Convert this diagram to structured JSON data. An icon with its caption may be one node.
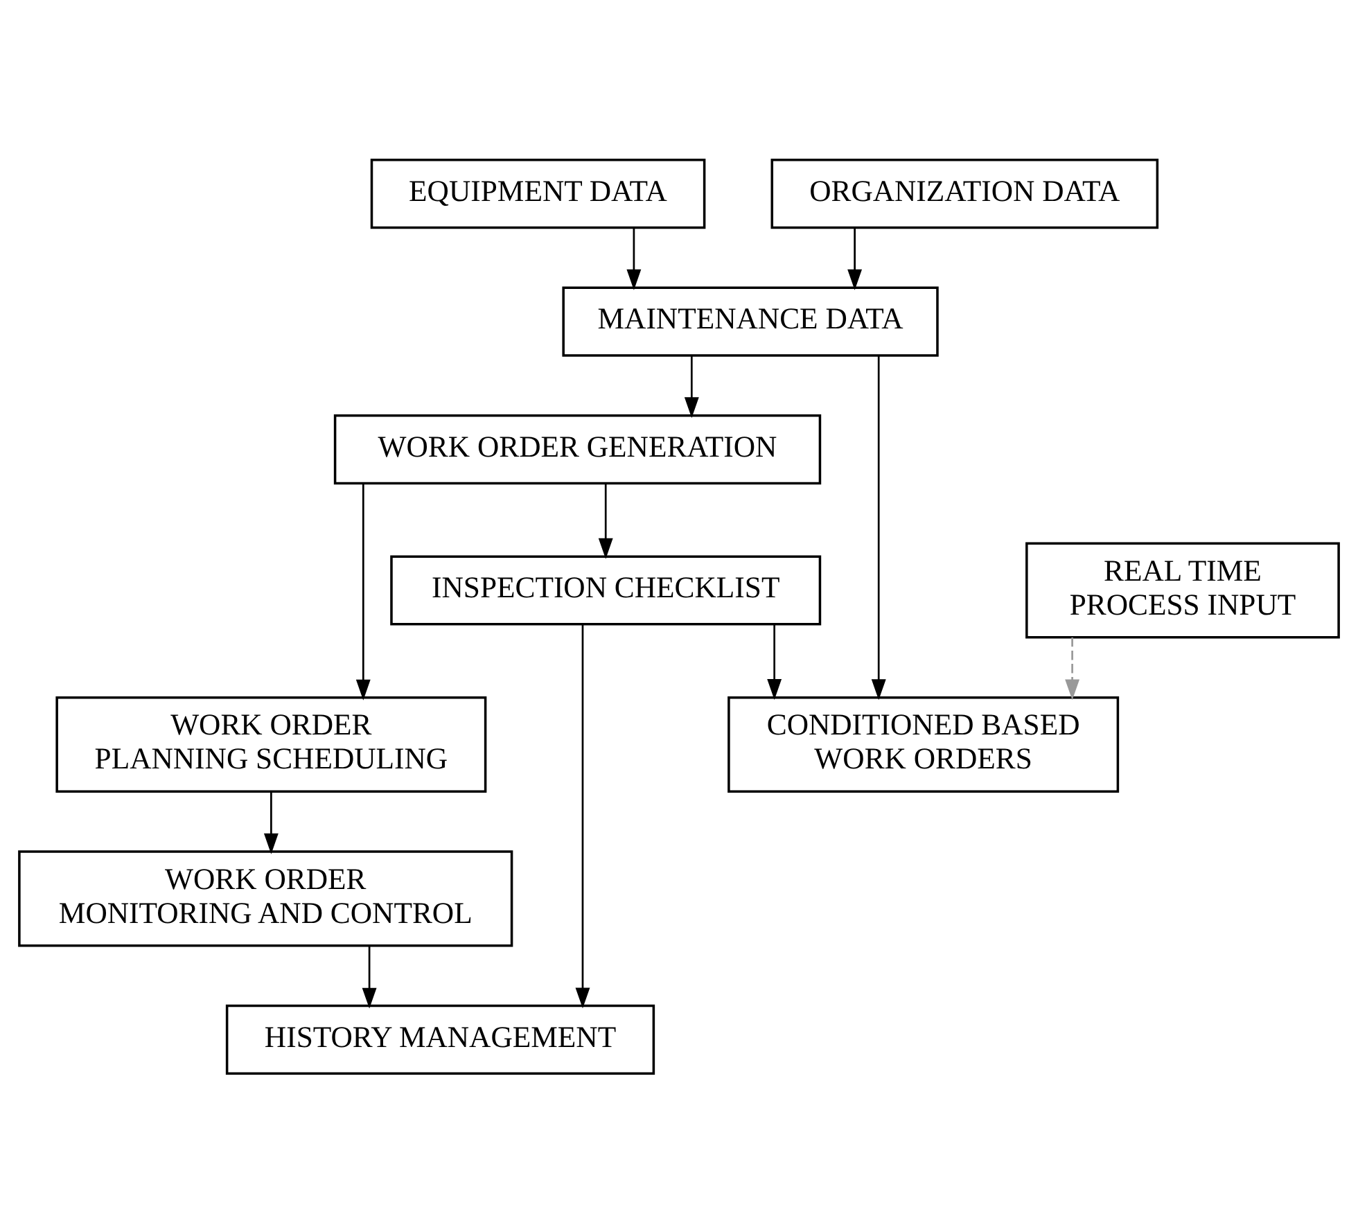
{
  "diagram": {
    "nodes": [
      {
        "text": [
          "EQUIPMENT DATA"
        ]
      },
      {
        "text": [
          "ORGANIZATION DATA"
        ]
      },
      {
        "text": [
          "MAINTENANCE DATA"
        ]
      },
      {
        "text": [
          "WORK ORDER GENERATION"
        ]
      },
      {
        "text": [
          "INSPECTION CHECKLIST"
        ]
      },
      {
        "text": [
          "WORK ORDER PLANNING SCHEDULING"
        ]
      },
      {
        "text": [
          "CONDITIONED BASED WORK ORDERS"
        ]
      },
      {
        "text": [
          "WORK ORDER MONITORING AND CONTROL"
        ]
      },
      {
        "text": [
          "HISTORY MANAGEMENT"
        ]
      },
      {
        "text": [
          "REAL TIME PROCESS INPUT"
        ]
      }
    ],
    "edges": [
      {
        "from": 0,
        "to": 2,
        "arrow": "to"
      },
      {
        "from": 1,
        "to": 2,
        "arrow": "to"
      },
      {
        "from": 2,
        "to": 3,
        "arrow": "to"
      },
      {
        "from": 2,
        "to": 6,
        "arrow": "to"
      },
      {
        "from": 3,
        "to": 4,
        "arrow": "to"
      },
      {
        "from": 3,
        "to": 5,
        "arrow": "to"
      },
      {
        "from": 4,
        "to": 6,
        "arrow": "to"
      },
      {
        "from": 5,
        "to": 7,
        "arrow": "to"
      },
      {
        "from": 7,
        "to": 8,
        "arrow": "to"
      },
      {
        "from": 4,
        "to": 8,
        "arrow": "to"
      },
      {
        "from": 9,
        "to": 6,
        "arrow": "to",
        "style": "dashed",
        "color": "#999999"
      }
    ]
  }
}
